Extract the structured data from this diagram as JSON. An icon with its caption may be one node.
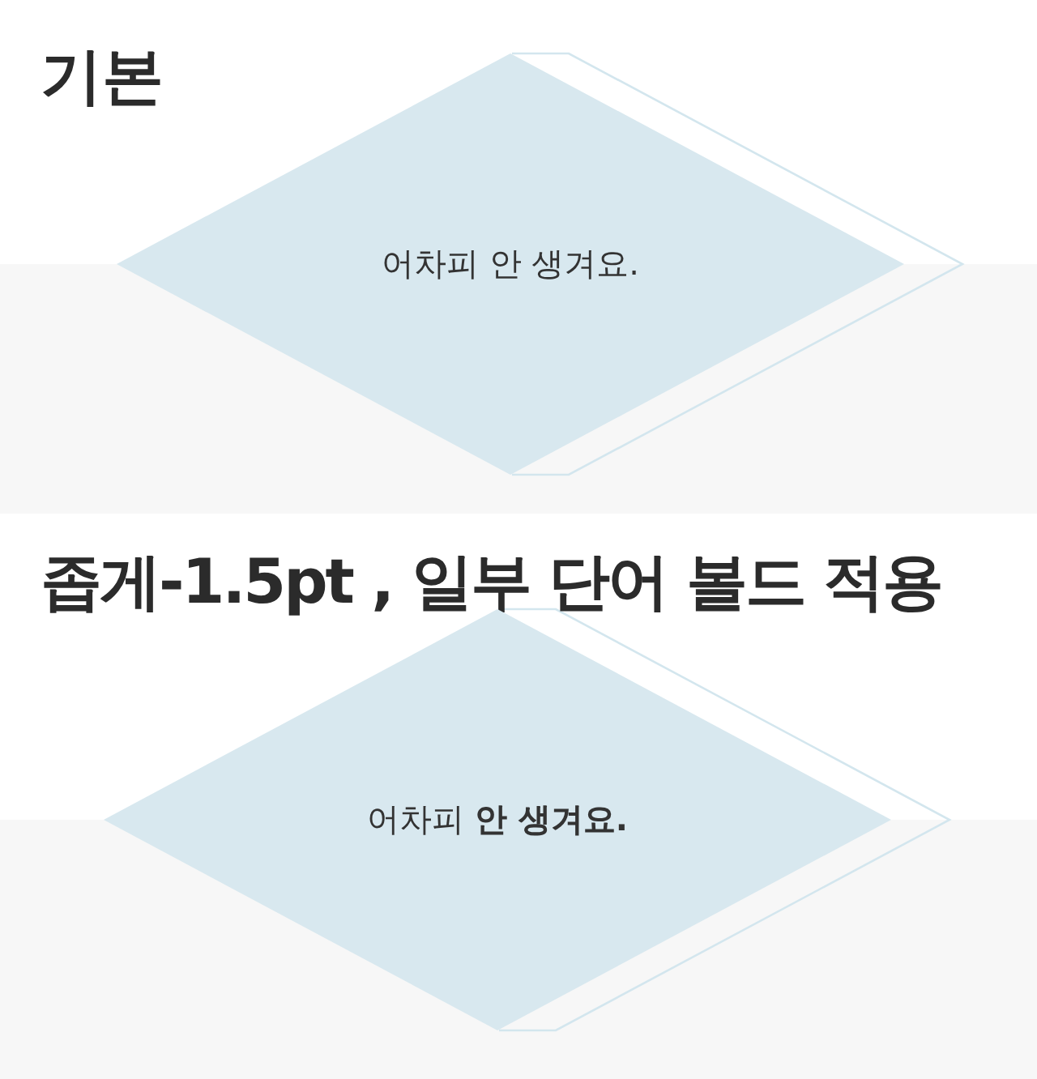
{
  "diagram": {
    "nodes": [
      {
        "text": [
          "어차피 안 생겨요."
        ]
      },
      {
        "text": [
          "어차피 **안 생겨요.**"
        ]
      }
    ],
    "labels": [
      "기본",
      "좁게-1.5pt , 일부 단어 볼드 적용"
    ]
  }
}
